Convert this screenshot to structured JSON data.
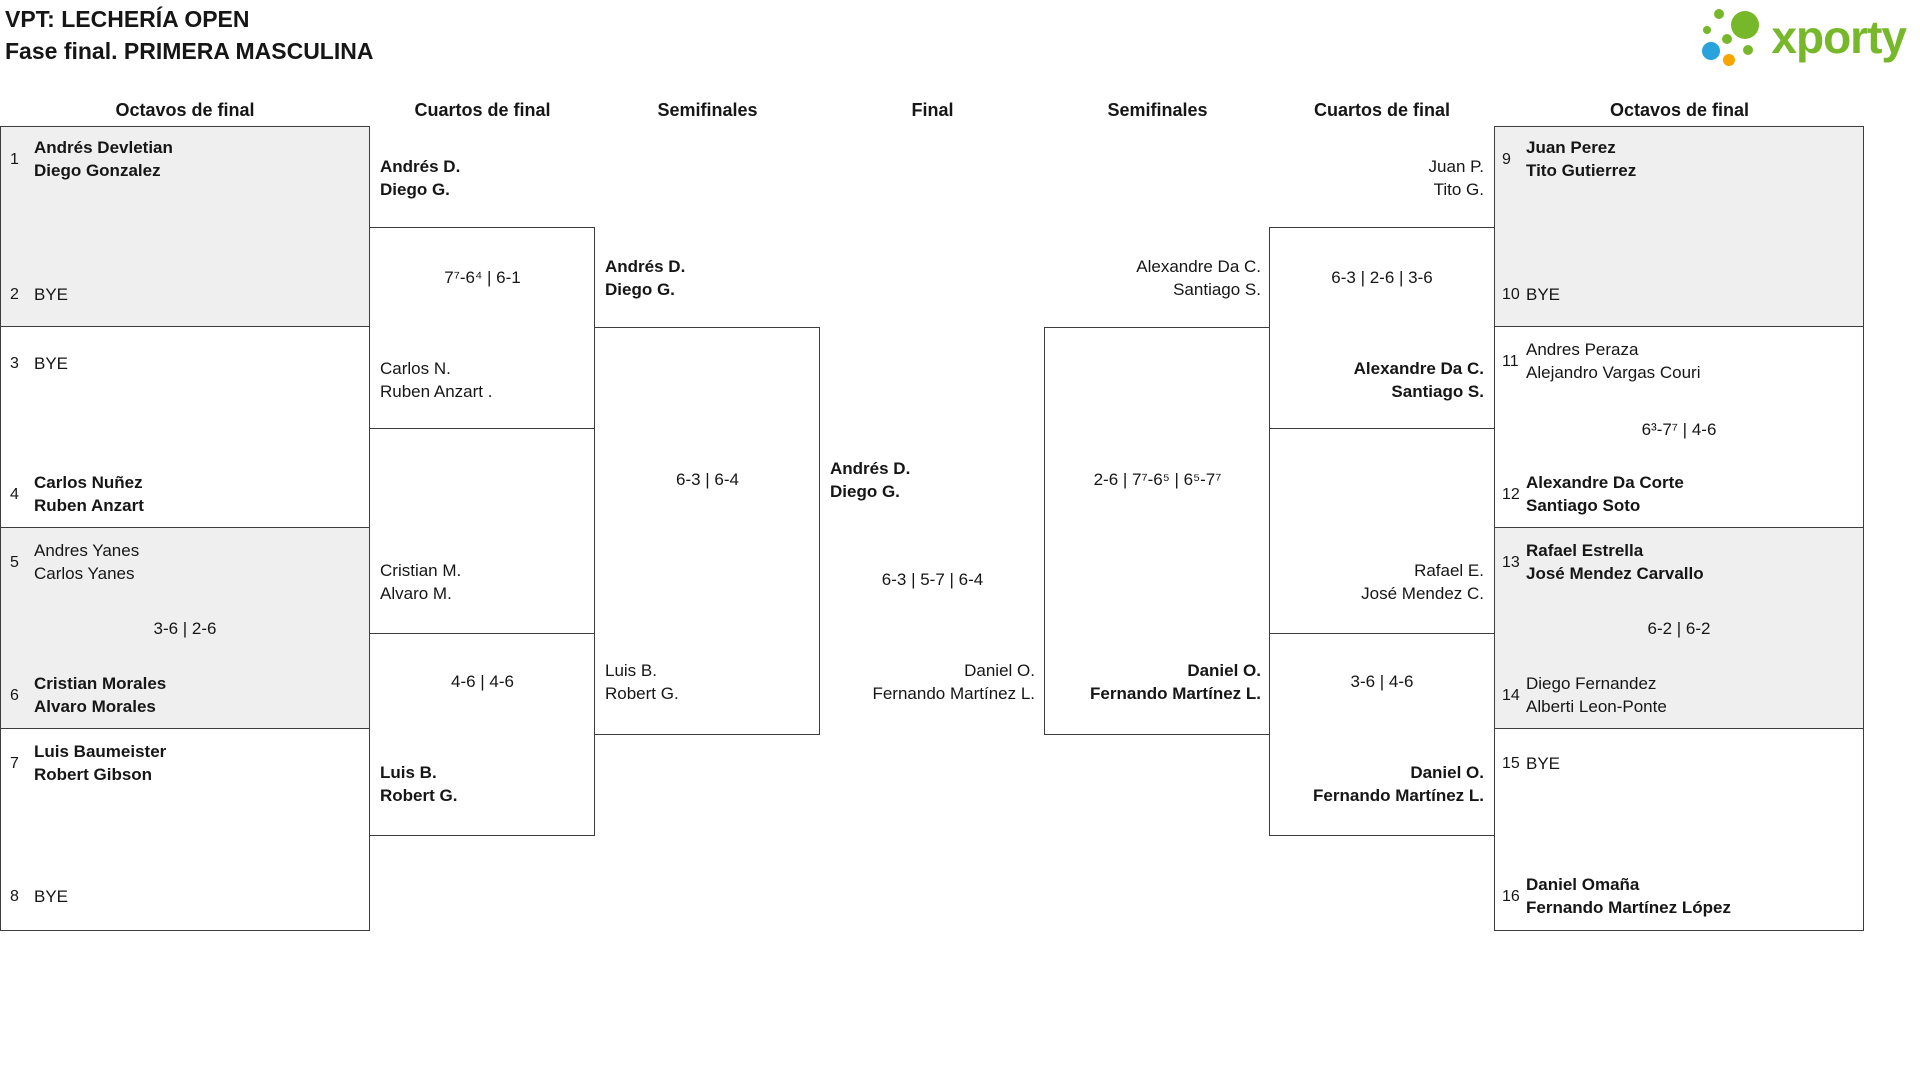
{
  "header": {
    "title": "VPT: LECHERÍA OPEN",
    "subtitle": "Fase final. PRIMERA MASCULINA"
  },
  "logo": {
    "text": "xporty",
    "green": "#76b82a",
    "blue": "#29a3dc",
    "orange": "#f7a600"
  },
  "columns": [
    "Octavos de final",
    "Cuartos de final",
    "Semifinales",
    "Final",
    "Semifinales",
    "Cuartos de final",
    "Octavos de final"
  ],
  "r16_left": {
    "e1": {
      "seed": "1",
      "l1": "Andrés Devletian",
      "l2": "Diego Gonzalez"
    },
    "e2": {
      "seed": "2",
      "l1": "BYE"
    },
    "e3": {
      "seed": "3",
      "l1": "BYE"
    },
    "e4": {
      "seed": "4",
      "l1": "Carlos Nuñez",
      "l2": "Ruben Anzart"
    },
    "e5": {
      "seed": "5",
      "l1": "Andres Yanes",
      "l2": "Carlos Yanes"
    },
    "score_m3": "3-6 | 2-6",
    "e6": {
      "seed": "6",
      "l1": "Cristian Morales",
      "l2": "Alvaro Morales"
    },
    "e7": {
      "seed": "7",
      "l1": "Luis Baumeister",
      "l2": "Robert Gibson"
    },
    "e8": {
      "seed": "8",
      "l1": "BYE"
    }
  },
  "qf_left": {
    "m1": {
      "top1": "Andrés D.",
      "top2": "Diego G.",
      "score": "7⁷-6⁴ | 6-1",
      "bot1": "Carlos N.",
      "bot2": "Ruben Anzart ."
    },
    "m2": {
      "top1": "Cristian M.",
      "top2": "Alvaro M.",
      "score": "4-6 | 4-6",
      "bot1": "Luis B.",
      "bot2": "Robert G."
    }
  },
  "sf_left": {
    "top1": "Andrés D.",
    "top2": "Diego G.",
    "score": "6-3 | 6-4",
    "bot1": "Luis B.",
    "bot2": "Robert G."
  },
  "final": {
    "left1": "Andrés D.",
    "left2": "Diego G.",
    "score": "6-3 | 5-7 | 6-4",
    "right1": "Daniel O.",
    "right2": "Fernando Martínez L."
  },
  "sf_right": {
    "top1": "Alexandre Da C.",
    "top2": "Santiago S.",
    "score": "2-6 | 7⁷-6⁵ | 6⁵-7⁷",
    "bot1": "Daniel O.",
    "bot2": "Fernando Martínez L."
  },
  "qf_right": {
    "m1": {
      "top1": "Juan P.",
      "top2": "Tito G.",
      "score": "6-3 | 2-6 | 3-6",
      "bot1": "Alexandre Da C.",
      "bot2": "Santiago S."
    },
    "m2": {
      "top1": "Rafael E.",
      "top2": "José Mendez C.",
      "score": "3-6 | 4-6",
      "bot1": "Daniel O.",
      "bot2": "Fernando Martínez L."
    }
  },
  "r16_right": {
    "e9": {
      "seed": "9",
      "l1": "Juan Perez",
      "l2": "Tito Gutierrez"
    },
    "e10": {
      "seed": "10",
      "l1": "BYE"
    },
    "e11": {
      "seed": "11",
      "l1": "Andres Peraza",
      "l2": "Alejandro Vargas Couri"
    },
    "score_m6": "6³-7⁷ | 4-6",
    "e12": {
      "seed": "12",
      "l1": "Alexandre Da Corte",
      "l2": "Santiago Soto"
    },
    "e13": {
      "seed": "13",
      "l1": "Rafael Estrella",
      "l2": "José Mendez Carvallo"
    },
    "score_m7": "6-2 | 6-2",
    "e14": {
      "seed": "14",
      "l1": "Diego Fernandez",
      "l2": "Alberti Leon-Ponte"
    },
    "e15": {
      "seed": "15",
      "l1": "BYE"
    },
    "e16": {
      "seed": "16",
      "l1": "Daniel Omaña",
      "l2": "Fernando Martínez López"
    }
  }
}
